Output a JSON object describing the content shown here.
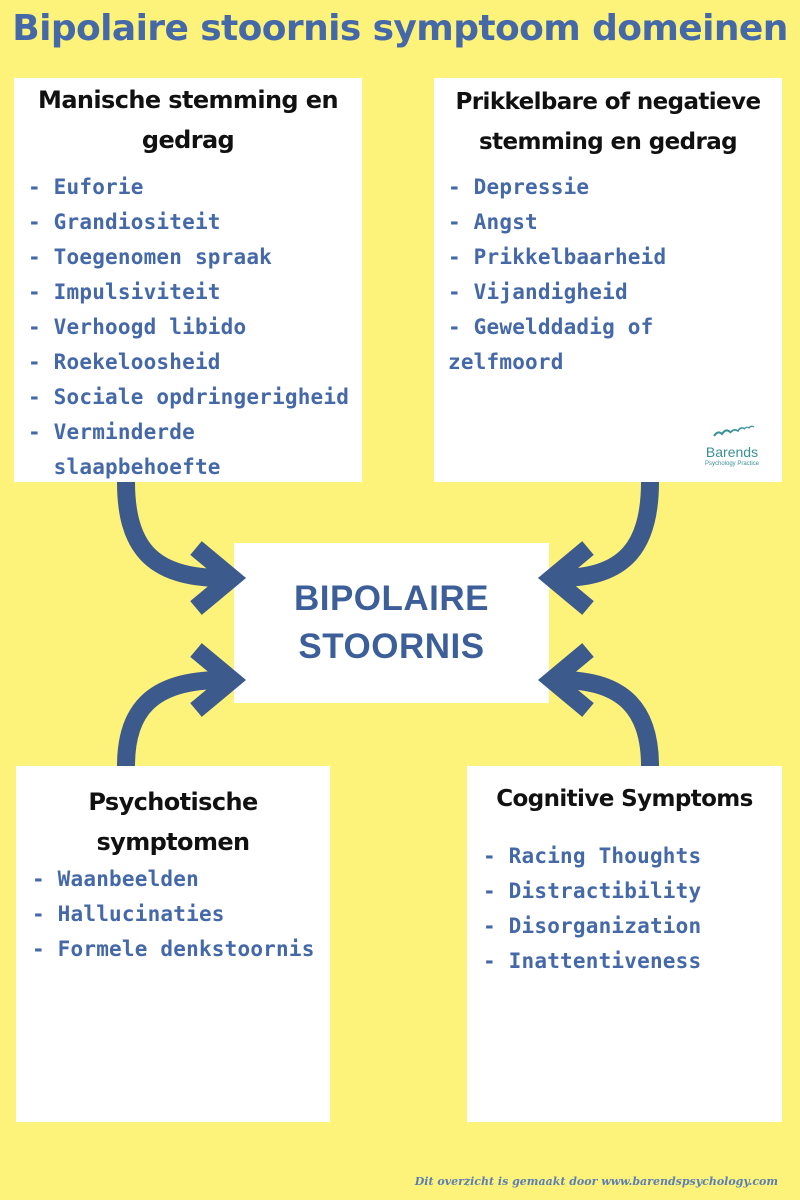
{
  "title": "Bipolaire stoornis symptoom domeinen",
  "manic": {
    "heading_line1": "Manische stemming en",
    "heading_line2": "gedrag",
    "items": [
      "- Euforie",
      "- Grandiositeit",
      "- Toegenomen spraak",
      "- Impulsiviteit",
      "- Verhoogd libido",
      "- Roekeloosheid",
      "- Sociale opdringerigheid",
      "- Verminderde",
      "  slaapbehoefte"
    ]
  },
  "irritable": {
    "heading_line1": "Prikkelbare of negatieve",
    "heading_line2": "stemming en gedrag",
    "items": [
      "- Depressie",
      "- Angst",
      "- Prikkelbaarheid",
      "- Vijandigheid",
      "- Gewelddadig of",
      "zelfmoord"
    ]
  },
  "center": {
    "line1": "BIPOLAIRE",
    "line2": "STOORNIS"
  },
  "psychotic": {
    "heading_line1": "Psychotische",
    "heading_line2": "symptomen",
    "items": [
      "- Waanbeelden",
      "- Hallucinaties",
      "- Formele denkstoornis"
    ]
  },
  "cognitive": {
    "heading": "Cognitive Symptoms",
    "items": [
      "- Racing Thoughts",
      "- Distractibility",
      "- Disorganization",
      "- Inattentiveness"
    ]
  },
  "logo": {
    "name": "Barends",
    "subtitle": "Psychology Practice",
    "icon": "birds-icon"
  },
  "footer": "Dit overzicht is gemaakt door www.barendspsychology.com",
  "colors": {
    "background": "#fdf27a",
    "accent": "#4569a8",
    "arrow": "#3d5a8c",
    "logo": "#3a8f96"
  }
}
